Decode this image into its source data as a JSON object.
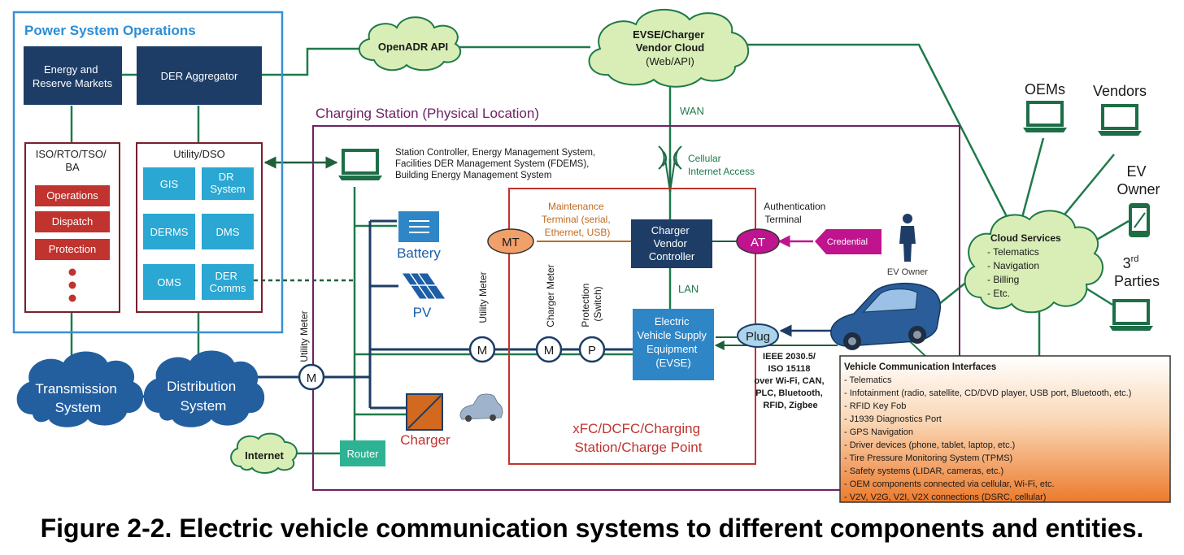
{
  "colors": {
    "navy": "#1d3d66",
    "cyan": "#2aa7d2",
    "red": "#c0332e",
    "maroon": "#7a1f2b",
    "blue_border": "#3a8ed6",
    "purple_border": "#6d2363",
    "cloud_green": "#d9eeb6",
    "dark_cloud": "#235f9f",
    "green_line": "#1f7a4a",
    "orange_panel": "#f08a3a",
    "evse_blue": "#2f86c6",
    "magenta": "#c0148f"
  },
  "power_ops": {
    "title": "Power System Operations",
    "markets": [
      "Energy and",
      "Reserve Markets"
    ],
    "aggregator": "DER Aggregator",
    "iso": {
      "title": [
        "ISO/RTO/TSO/",
        "BA"
      ],
      "items": [
        "Operations",
        "Dispatch",
        "Protection"
      ]
    },
    "utility": {
      "title": "Utility/DSO",
      "tiles": [
        [
          "GIS"
        ],
        [
          "DR",
          "System"
        ],
        [
          "DERMS"
        ],
        [
          "DMS"
        ],
        [
          "OMS"
        ],
        [
          "DER",
          "Comms"
        ]
      ]
    }
  },
  "clouds": {
    "openadr": "OpenADR API",
    "vendor_cloud": [
      "EVSE/Charger",
      "Vendor Cloud",
      "(Web/API)"
    ],
    "transmission": [
      "Transmission",
      "System"
    ],
    "distribution": [
      "Distribution",
      "System"
    ],
    "internet": "Internet",
    "cloud_services": {
      "title": "Cloud Services",
      "items": [
        "- Telematics",
        "- Navigation",
        "- Billing",
        "- Etc."
      ]
    }
  },
  "station": {
    "title": "Charging Station (Physical Location)",
    "controller_text": [
      "Station Controller, Energy Management System,",
      "Facilities DER Management System (FDEMS),",
      "Building Energy Management System"
    ],
    "wan": "WAN",
    "cellular": [
      "Cellular",
      "Internet Access"
    ],
    "auth_terminal": [
      "Authentication",
      "Terminal"
    ],
    "maintenance": [
      "Maintenance",
      "Terminal (serial,",
      "Ethernet, USB)"
    ],
    "mt": "MT",
    "at": "AT",
    "credential": "Credential",
    "ev_owner_small": "EV Owner",
    "vendor_controller": [
      "Charger",
      "Vendor",
      "Controller"
    ],
    "lan": "LAN",
    "evse": [
      "Electric",
      "Vehicle Supply",
      "Equipment",
      "(EVSE)"
    ],
    "plug": "Plug",
    "standards": [
      "IEEE 2030.5/",
      "ISO 15118",
      "over Wi-Fi, CAN,",
      "PLC, Bluetooth,",
      "RFID, Zigbee"
    ],
    "battery": "Battery",
    "pv": "PV",
    "charger": "Charger",
    "router": "Router",
    "utility_meter_vertical": "Utility Meter",
    "inner_utility_meter": "Utility Meter",
    "charger_meter": "Charger Meter",
    "protection": [
      "Protection",
      "(Switch)"
    ],
    "meter_m": "M",
    "meter_p": "P",
    "xfc_label": [
      "xFC/DCFC/Charging",
      "Station/Charge Point"
    ]
  },
  "entities": {
    "oems": "OEMs",
    "vendors": "Vendors",
    "ev_owner": [
      "EV",
      "Owner"
    ],
    "third_parties": [
      "3",
      "rd",
      "Parties"
    ]
  },
  "vci": {
    "title": "Vehicle Communication Interfaces",
    "items": [
      "- Telematics",
      "- Infotainment (radio, satellite, CD/DVD player, USB port, Bluetooth, etc.)",
      "- RFID Key Fob",
      "- J1939 Diagnostics Port",
      "- GPS Navigation",
      "- Driver devices (phone, tablet, laptop, etc.)",
      "- Tire Pressure Monitoring System (TPMS)",
      "- Safety systems (LIDAR, cameras, etc.)",
      "- OEM components connected via cellular, Wi-Fi, etc.",
      "- V2V, V2G, V2I, V2X connections (DSRC, cellular)"
    ]
  },
  "caption": "Figure 2-2. Electric vehicle communication systems to different components and entities."
}
